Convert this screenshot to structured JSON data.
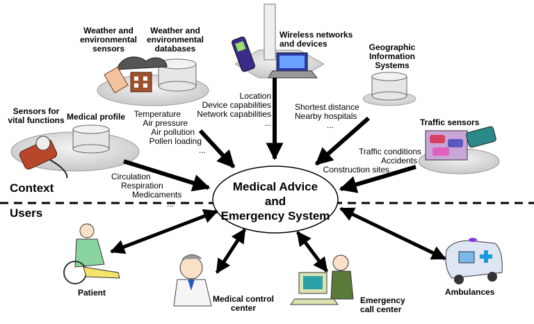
{
  "center": {
    "line1": "Medical Advice",
    "line2": "and",
    "line3": "Emergency System"
  },
  "sections": {
    "context": "Context",
    "users": "Users"
  },
  "sources": {
    "weather_sensors": {
      "line1": "Weather and",
      "line2": "environmental",
      "line3": "sensors"
    },
    "weather_db": {
      "line1": "Weather and",
      "line2": "environmental",
      "line3": "databases"
    },
    "wireless": {
      "line1": "Wireless networks",
      "line2": "and devices"
    },
    "gis": {
      "line1": "Geographic",
      "line2": "Information",
      "line3": "Systems"
    },
    "vital": {
      "line1": "Sensors for",
      "line2": "vital functions"
    },
    "medical_profile": "Medical profile",
    "traffic": "Traffic sensors"
  },
  "flows": {
    "environment": [
      "Temperature",
      "Air pressure",
      "Air pollution",
      "Pollen loading",
      "..."
    ],
    "device": [
      "Location",
      "Device capabilities",
      "Network capabilities",
      "..."
    ],
    "geo": [
      "Shortest distance",
      "Nearby hospitals",
      "..."
    ],
    "traffic": [
      "Traffic conditions",
      "Accidents",
      "Construction sites"
    ],
    "vital": [
      "Circulation",
      "Respiration",
      "Medicaments",
      "..."
    ]
  },
  "users": {
    "patient": "Patient",
    "medical_control": {
      "line1": "Medical control",
      "line2": "center"
    },
    "emergency_call": {
      "line1": "Emergency",
      "line2": "call center"
    },
    "ambulances": "Ambulances"
  },
  "colors": {
    "arrow": "#000000",
    "platform": "#d8d8d8",
    "cylinder": "#e4e4e4",
    "ellipse_fill": "#ffffff"
  }
}
